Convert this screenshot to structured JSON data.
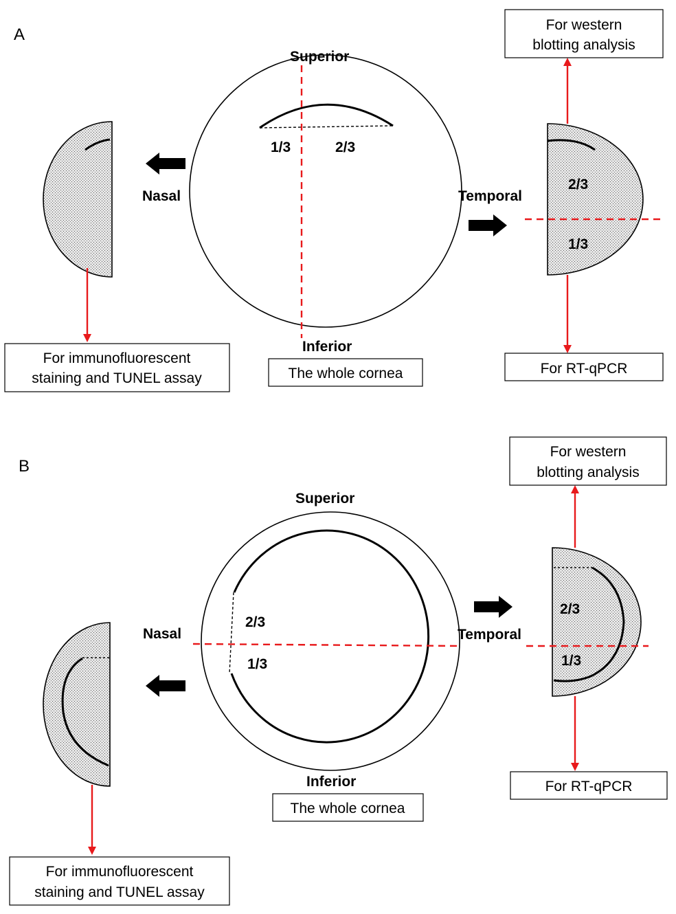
{
  "colors": {
    "cut_line": "#e8191b",
    "arrow_red": "#e8191b",
    "stroke": "#000000",
    "stipple_fill": "#d9d9d9"
  },
  "panels": [
    {
      "letter": "A",
      "superior": "Superior",
      "inferior": "Inferior",
      "nasal": "Nasal",
      "temporal": "Temporal",
      "fraction_a": "1/3",
      "fraction_b": "2/3",
      "right_top_fraction": "2/3",
      "right_bottom_fraction": "1/3",
      "whole_cornea": "The whole cornea",
      "western_line1": "For western",
      "western_line2": "blotting analysis",
      "rtqpcr": "For RT-qPCR",
      "immuno_line1": "For immunofluorescent",
      "immuno_line2": "staining and TUNEL assay"
    },
    {
      "letter": "B",
      "superior": "Superior",
      "inferior": "Inferior",
      "nasal": "Nasal",
      "temporal": "Temporal",
      "fraction_a": "2/3",
      "fraction_b": "1/3",
      "right_top_fraction": "2/3",
      "right_bottom_fraction": "1/3",
      "whole_cornea": "The whole cornea",
      "western_line1": "For western",
      "western_line2": "blotting analysis",
      "rtqpcr": "For RT-qPCR",
      "immuno_line1": "For immunofluorescent",
      "immuno_line2": "staining and TUNEL assay"
    }
  ]
}
